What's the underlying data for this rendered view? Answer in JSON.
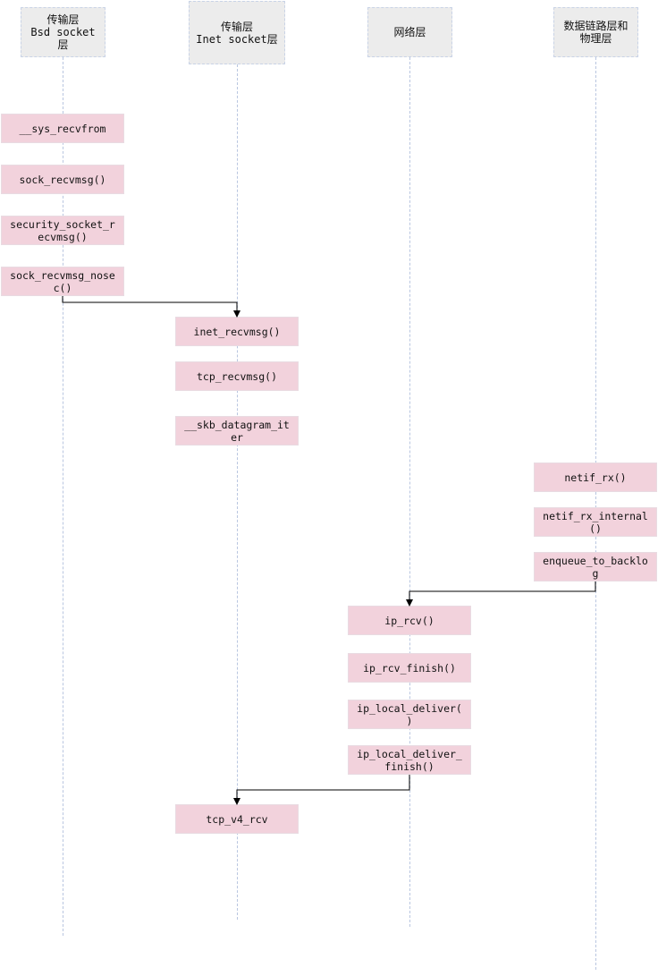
{
  "lanes": [
    {
      "id": "bsd",
      "title": "传输层\nBsd socket\n层"
    },
    {
      "id": "inet",
      "title": "传输层\nInet socket层"
    },
    {
      "id": "net",
      "title": "网络层"
    },
    {
      "id": "link",
      "title": "数据链路层和\n物理层"
    }
  ],
  "calls": [
    {
      "lane": "bsd",
      "label": "__sys_recvfrom"
    },
    {
      "lane": "bsd",
      "label": "sock_recvmsg()"
    },
    {
      "lane": "bsd",
      "label": "security_socket_r\necvmsg()"
    },
    {
      "lane": "bsd",
      "label": "sock_recvmsg_nose\nc()"
    },
    {
      "lane": "inet",
      "label": "inet_recvmsg()"
    },
    {
      "lane": "inet",
      "label": "tcp_recvmsg()"
    },
    {
      "lane": "inet",
      "label": "__skb_datagram_it\ner"
    },
    {
      "lane": "link",
      "label": "netif_rx()"
    },
    {
      "lane": "link",
      "label": "netif_rx_internal\n()"
    },
    {
      "lane": "link",
      "label": "enqueue_to_backlo\ng"
    },
    {
      "lane": "net",
      "label": "ip_rcv()"
    },
    {
      "lane": "net",
      "label": "ip_rcv_finish()"
    },
    {
      "lane": "net",
      "label": "ip_local_deliver(\n)"
    },
    {
      "lane": "net",
      "label": "ip_local_deliver_\nfinish()"
    },
    {
      "lane": "inet",
      "label": "tcp_v4_rcv"
    }
  ],
  "transitions": [
    {
      "from": "bsd",
      "to": "inet"
    },
    {
      "from": "link",
      "to": "net"
    },
    {
      "from": "net",
      "to": "inet"
    }
  ],
  "colors": {
    "call_box": "#f2d2dc",
    "lane_header": "#ececec",
    "lifeline": "#b9c6e0",
    "arrow": "#000000"
  }
}
